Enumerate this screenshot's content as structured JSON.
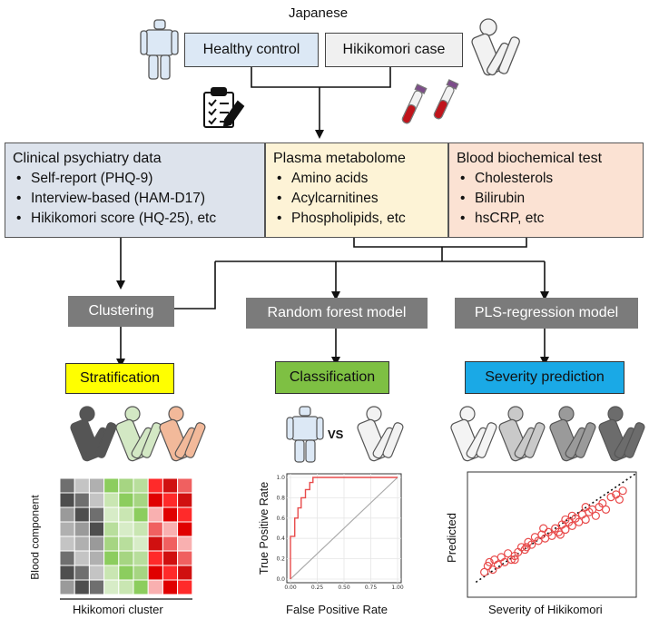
{
  "top": {
    "population": "Japanese",
    "healthy_control": "Healthy control",
    "hikikomori_case": "Hikikomori case"
  },
  "panels": {
    "clinical": {
      "title": "Clinical psychiatry data",
      "items": [
        "Self-report (PHQ-9)",
        "Interview-based (HAM-D17)",
        "Hikikomori score (HQ-25), etc"
      ]
    },
    "metabolome": {
      "title": "Plasma metabolome",
      "items": [
        "Amino acids",
        "Acylcarnitines",
        "Phospholipids, etc"
      ]
    },
    "biochem": {
      "title": "Blood biochemical test",
      "items": [
        "Cholesterols",
        "Bilirubin",
        "hsCRP, etc"
      ]
    }
  },
  "methods": {
    "clustering": "Clustering",
    "random_forest": "Random forest model",
    "pls": "PLS-regression model"
  },
  "outcomes": {
    "stratification": "Stratification",
    "classification": "Classification",
    "severity": "Severity prediction"
  },
  "vs_label": "VS",
  "colors": {
    "healthy_box": "#dce8f5",
    "hikikomori_box": "#f0f0f0",
    "clinical_panel": "#dde3ec",
    "metabolome_panel": "#fdf3d6",
    "biochem_panel": "#fbe2d3",
    "method_gray": "#7b7b7b",
    "stratification": "#ffff00",
    "classification": "#7ec043",
    "severity": "#1aa9e6"
  },
  "heatmap": {
    "ylabel": "Blood component",
    "xlabel": "Hkikomori cluster"
  },
  "chart_data": [
    {
      "type": "line",
      "xlabel": "False Positive Rate",
      "ylabel": "True Positive Rate",
      "xlim": [
        0,
        1
      ],
      "ylim": [
        0,
        1
      ],
      "x_ticks": [
        "0.00",
        "0.25",
        "0.50",
        "0.75",
        "1.00"
      ],
      "y_ticks": [
        "0.0",
        "0.2",
        "0.4",
        "0.6",
        "0.8",
        "1.0"
      ],
      "series": [
        {
          "x": [
            0,
            0,
            0.04,
            0.04,
            0.07,
            0.07,
            0.1,
            0.1,
            0.14,
            0.14,
            0.18,
            0.18,
            0.21,
            0.21,
            1.0
          ],
          "y": [
            0,
            0.42,
            0.42,
            0.6,
            0.6,
            0.7,
            0.7,
            0.8,
            0.8,
            0.88,
            0.88,
            0.95,
            0.95,
            1.0,
            1.0
          ],
          "color": "#e84b4b"
        },
        {
          "x": [
            0,
            1
          ],
          "y": [
            0,
            1
          ],
          "color": "#aaaaaa"
        }
      ],
      "grid": true
    },
    {
      "type": "scatter",
      "xlabel": "Severity of Hikikomori",
      "ylabel": "Predicted",
      "xlim": [
        0,
        1
      ],
      "ylim": [
        0,
        1
      ],
      "points": [
        [
          0.1,
          0.2
        ],
        [
          0.12,
          0.25
        ],
        [
          0.13,
          0.28
        ],
        [
          0.15,
          0.22
        ],
        [
          0.16,
          0.3
        ],
        [
          0.18,
          0.26
        ],
        [
          0.2,
          0.32
        ],
        [
          0.22,
          0.28
        ],
        [
          0.24,
          0.35
        ],
        [
          0.26,
          0.3
        ],
        [
          0.28,
          0.33
        ],
        [
          0.3,
          0.36
        ],
        [
          0.32,
          0.4
        ],
        [
          0.34,
          0.38
        ],
        [
          0.36,
          0.44
        ],
        [
          0.38,
          0.42
        ],
        [
          0.4,
          0.48
        ],
        [
          0.42,
          0.45
        ],
        [
          0.44,
          0.5
        ],
        [
          0.46,
          0.47
        ],
        [
          0.48,
          0.52
        ],
        [
          0.5,
          0.49
        ],
        [
          0.52,
          0.55
        ],
        [
          0.54,
          0.52
        ],
        [
          0.56,
          0.58
        ],
        [
          0.58,
          0.54
        ],
        [
          0.6,
          0.6
        ],
        [
          0.62,
          0.57
        ],
        [
          0.64,
          0.63
        ],
        [
          0.66,
          0.6
        ],
        [
          0.68,
          0.66
        ],
        [
          0.7,
          0.62
        ],
        [
          0.72,
          0.68
        ],
        [
          0.74,
          0.7
        ],
        [
          0.76,
          0.65
        ],
        [
          0.78,
          0.72
        ],
        [
          0.8,
          0.75
        ],
        [
          0.82,
          0.7
        ],
        [
          0.85,
          0.8
        ],
        [
          0.88,
          0.82
        ],
        [
          0.9,
          0.78
        ],
        [
          0.92,
          0.85
        ],
        [
          0.45,
          0.55
        ],
        [
          0.55,
          0.5
        ],
        [
          0.62,
          0.65
        ],
        [
          0.7,
          0.72
        ],
        [
          0.35,
          0.4
        ],
        [
          0.28,
          0.3
        ],
        [
          0.58,
          0.62
        ]
      ],
      "point_color": "#e84b4b",
      "trend": "dotted diagonal"
    }
  ]
}
